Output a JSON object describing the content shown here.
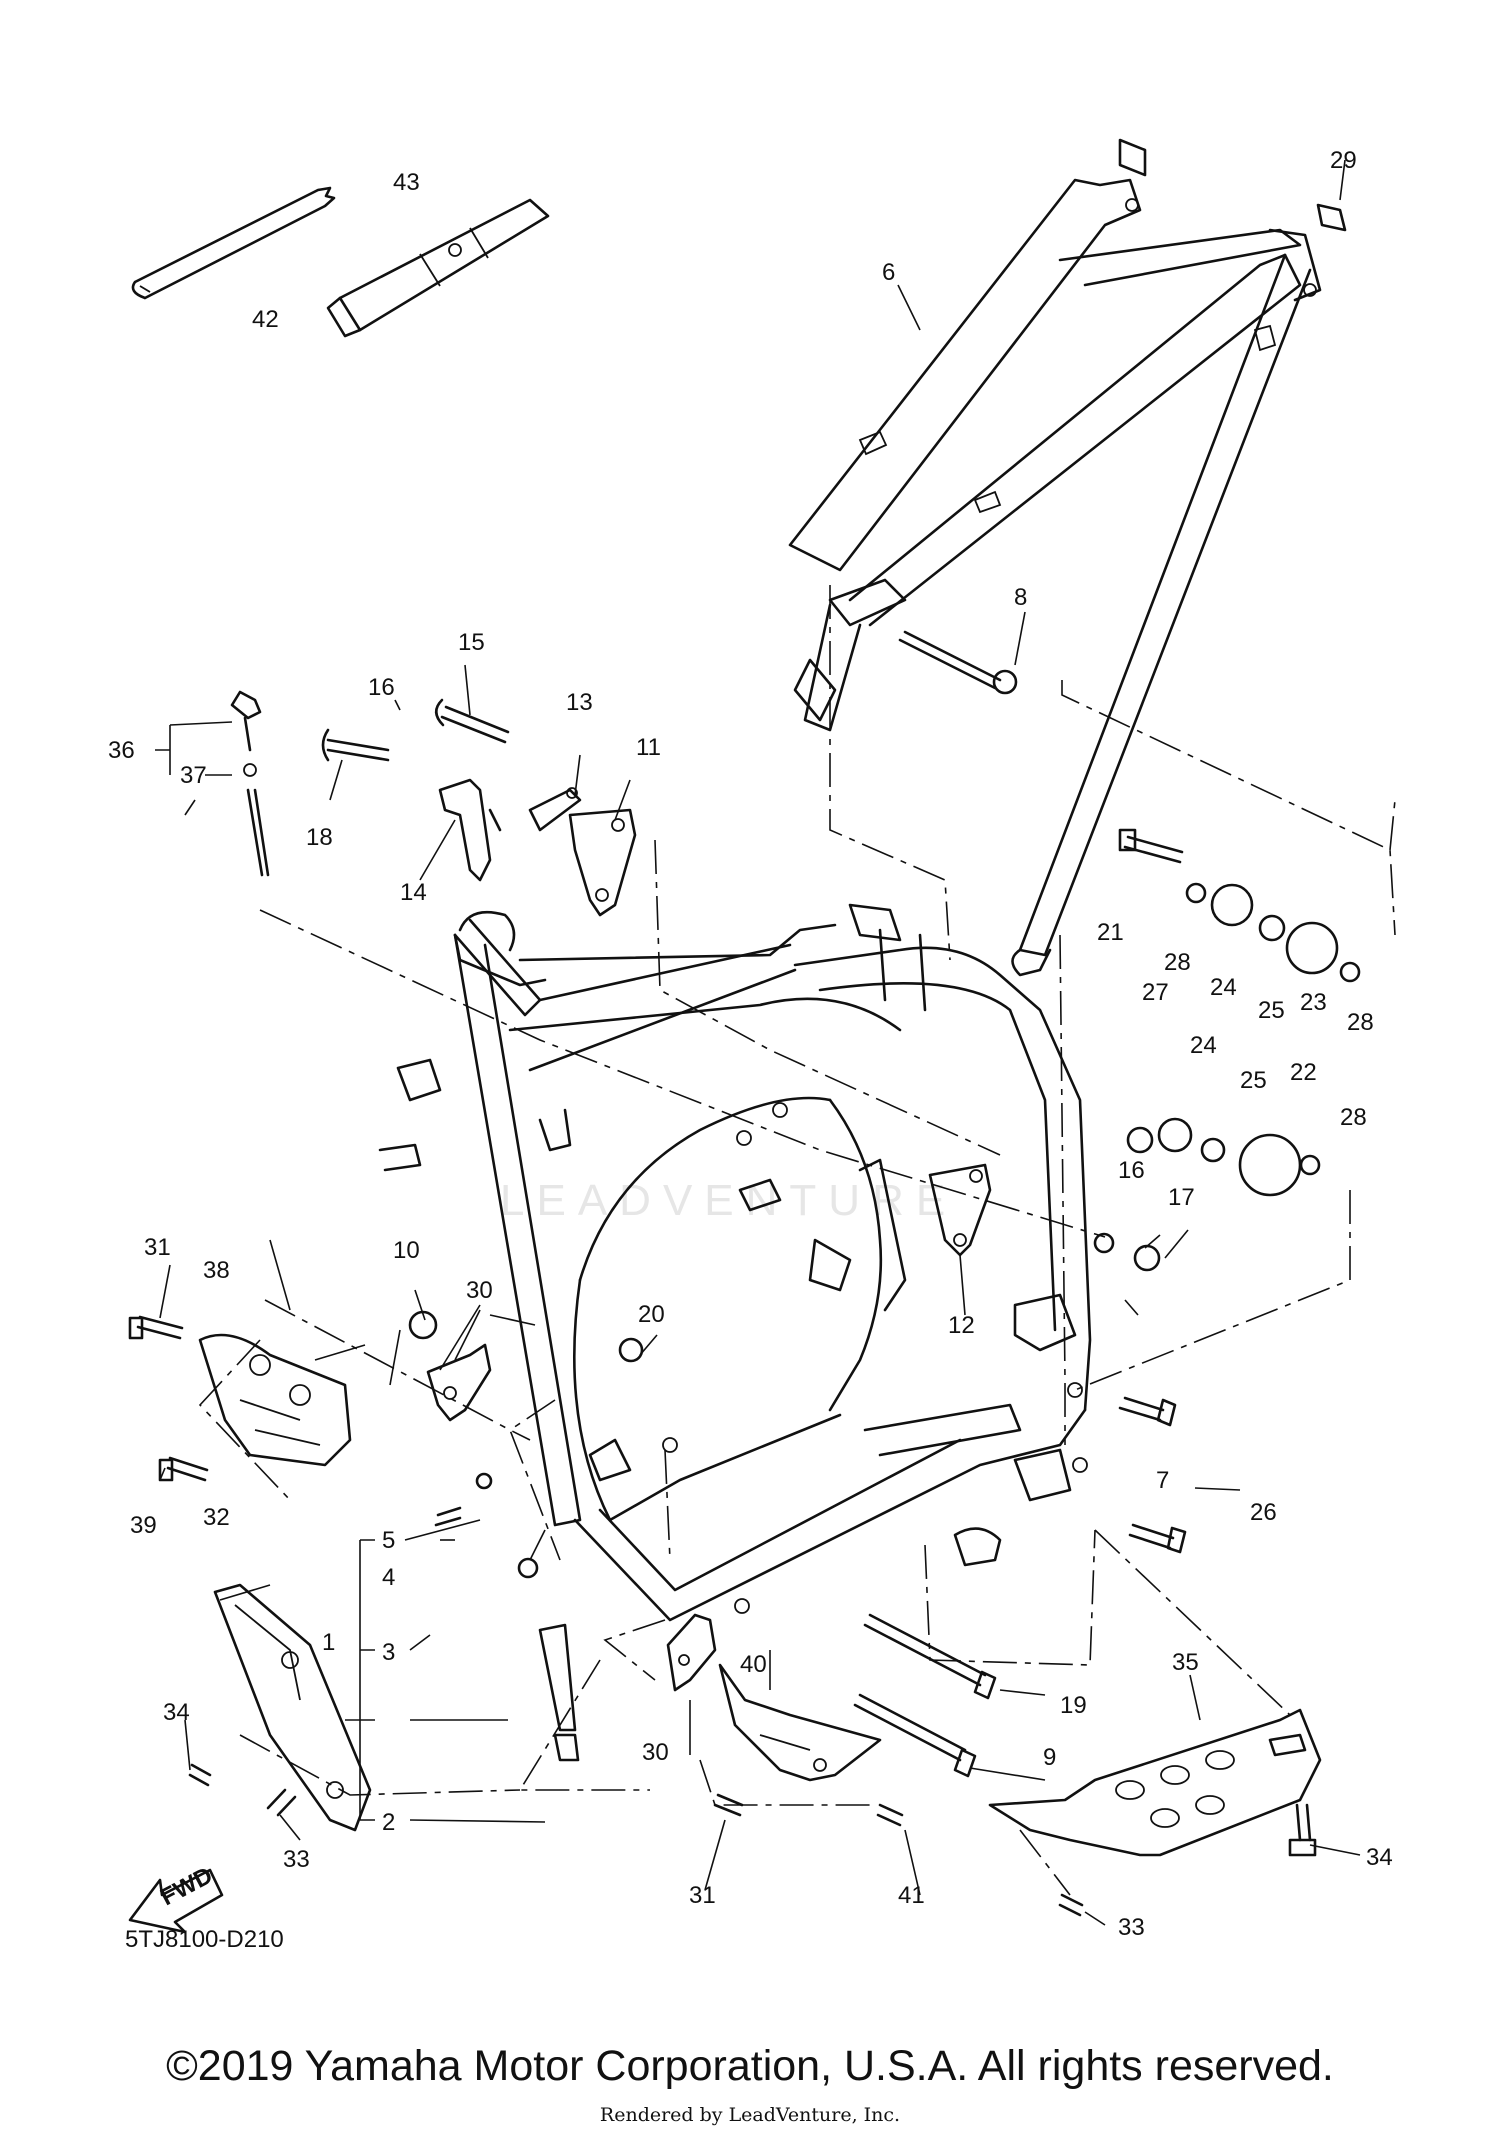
{
  "diagram": {
    "code": "5TJ8100-D210",
    "fwd_label": "FWD",
    "watermark": "LEADVENTURE",
    "labels": {
      "l1": "1",
      "l2": "2",
      "l3": "3",
      "l4": "4",
      "l5": "5",
      "l6": "6",
      "l7": "7",
      "l8": "8",
      "l9": "9",
      "l10": "10",
      "l11": "11",
      "l12": "12",
      "l13": "13",
      "l14": "14",
      "l15": "15",
      "l16a": "16",
      "l16b": "16",
      "l17": "17",
      "l18": "18",
      "l19": "19",
      "l20": "20",
      "l21": "21",
      "l22": "22",
      "l23": "23",
      "l24a": "24",
      "l24b": "24",
      "l25a": "25",
      "l25b": "25",
      "l26": "26",
      "l27": "27",
      "l28a": "28",
      "l28b": "28",
      "l28c": "28",
      "l29": "29",
      "l30a": "30",
      "l30b": "30",
      "l31a": "31",
      "l31b": "31",
      "l32": "32",
      "l33a": "33",
      "l33b": "33",
      "l34a": "34",
      "l34b": "34",
      "l35": "35",
      "l36": "36",
      "l37": "37",
      "l38": "38",
      "l39": "39",
      "l40": "40",
      "l41": "41",
      "l42": "42",
      "l43": "43"
    }
  },
  "footer": {
    "copyright": "©2019 Yamaha Motor Corporation, U.S.A. All rights reserved.",
    "rendered_by": "Rendered by LeadVenture, Inc."
  }
}
